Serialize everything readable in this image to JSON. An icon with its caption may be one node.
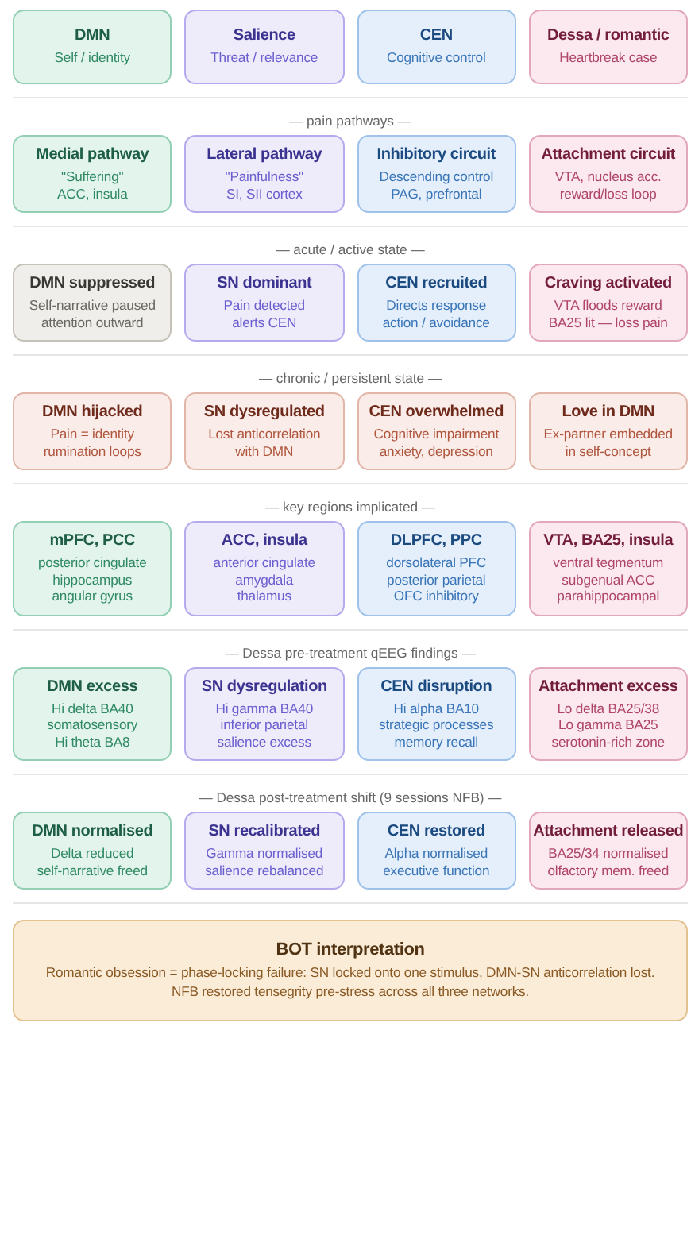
{
  "diagram": {
    "nodes": [
      {
        "text": [
          "DMN",
          "Self / identity"
        ]
      },
      {
        "text": [
          "Salience",
          "Threat / relevance"
        ]
      },
      {
        "text": [
          "CEN",
          "Cognitive control"
        ]
      },
      {
        "text": [
          "Dessa / romantic",
          "Heartbreak case"
        ]
      },
      {
        "text": [
          "Medial pathway",
          "\"Suffering\"",
          "ACC, insula"
        ]
      },
      {
        "text": [
          "Lateral pathway",
          "\"Painfulness\"",
          "SI, SII cortex"
        ]
      },
      {
        "text": [
          "Inhibitory circuit",
          "Descending control",
          "PAG, prefrontal"
        ]
      },
      {
        "text": [
          "Attachment circuit",
          "VTA, nucleus acc.",
          "reward/loss loop"
        ]
      },
      {
        "text": [
          "DMN suppressed",
          "Self-narrative paused",
          "attention outward"
        ]
      },
      {
        "text": [
          "SN dominant",
          "Pain detected",
          "alerts CEN"
        ]
      },
      {
        "text": [
          "CEN recruited",
          "Directs response",
          "action / avoidance"
        ]
      },
      {
        "text": [
          "Craving activated",
          "VTA floods reward",
          "BA25 lit — loss pain"
        ]
      },
      {
        "text": [
          "DMN hijacked",
          "Pain = identity",
          "rumination loops"
        ]
      },
      {
        "text": [
          "SN dysregulated",
          "Lost anticorrelation",
          "with DMN"
        ]
      },
      {
        "text": [
          "CEN overwhelmed",
          "Cognitive impairment",
          "anxiety, depression"
        ]
      },
      {
        "text": [
          "Love in DMN",
          "Ex-partner embedded",
          "in self-concept"
        ]
      },
      {
        "text": [
          "mPFC, PCC",
          "posterior cingulate",
          "hippocampus",
          "angular gyrus"
        ]
      },
      {
        "text": [
          "ACC, insula",
          "anterior cingulate",
          "amygdala",
          "thalamus"
        ]
      },
      {
        "text": [
          "DLPFC, PPC",
          "dorsolateral PFC",
          "posterior parietal",
          "OFC inhibitory"
        ]
      },
      {
        "text": [
          "VTA, BA25, insula",
          "ventral tegmentum",
          "subgenual ACC",
          "parahippocampal"
        ]
      },
      {
        "text": [
          "DMN excess",
          "Hi delta BA40",
          "somatosensory",
          "Hi theta BA8"
        ]
      },
      {
        "text": [
          "SN dysregulation",
          "Hi gamma BA40",
          "inferior parietal",
          "salience excess"
        ]
      },
      {
        "text": [
          "CEN disruption",
          "Hi alpha BA10",
          "strategic processes",
          "memory recall"
        ]
      },
      {
        "text": [
          "Attachment excess",
          "Lo delta BA25/38",
          "Lo gamma BA25",
          "serotonin-rich zone"
        ]
      },
      {
        "text": [
          "DMN normalised",
          "Delta reduced",
          "self-narrative freed"
        ]
      },
      {
        "text": [
          "SN recalibrated",
          "Gamma normalised",
          "salience rebalanced"
        ]
      },
      {
        "text": [
          "CEN restored",
          "Alpha normalised",
          "executive function"
        ]
      },
      {
        "text": [
          "Attachment released",
          "BA25/34 normalised",
          "olfactory mem. freed"
        ]
      },
      {
        "text": [
          "BOT interpretation",
          "Romantic obsession = phase-locking failure: SN locked onto one stimulus, DMN-SN anticorrelation lost. NFB restored tensegrity pre-stress across all three networks."
        ]
      }
    ],
    "labels": [
      "— pain pathways —",
      "— acute / active state —",
      "— chronic / persistent state —",
      "— key regions implicated —",
      "— Dessa pre-treatment qEEG findings —",
      "— Dessa post-treatment shift (9 sessions NFB) —"
    ]
  }
}
